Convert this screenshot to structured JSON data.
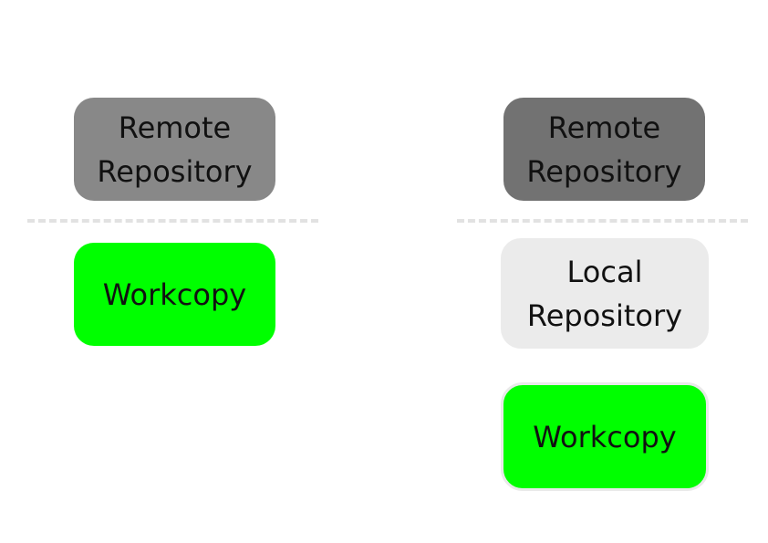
{
  "left": {
    "remote_label": "Remote\nRepository",
    "workcopy_label": "Workcopy"
  },
  "right": {
    "remote_label": "Remote\nRepository",
    "local_label": "Local\nRepository",
    "workcopy_label": "Workcopy"
  },
  "colors": {
    "remote_left": "#888888",
    "remote_right": "#727272",
    "local": "#ebebeb",
    "workcopy": "#00ff00",
    "divider": "#e2e2e2"
  }
}
